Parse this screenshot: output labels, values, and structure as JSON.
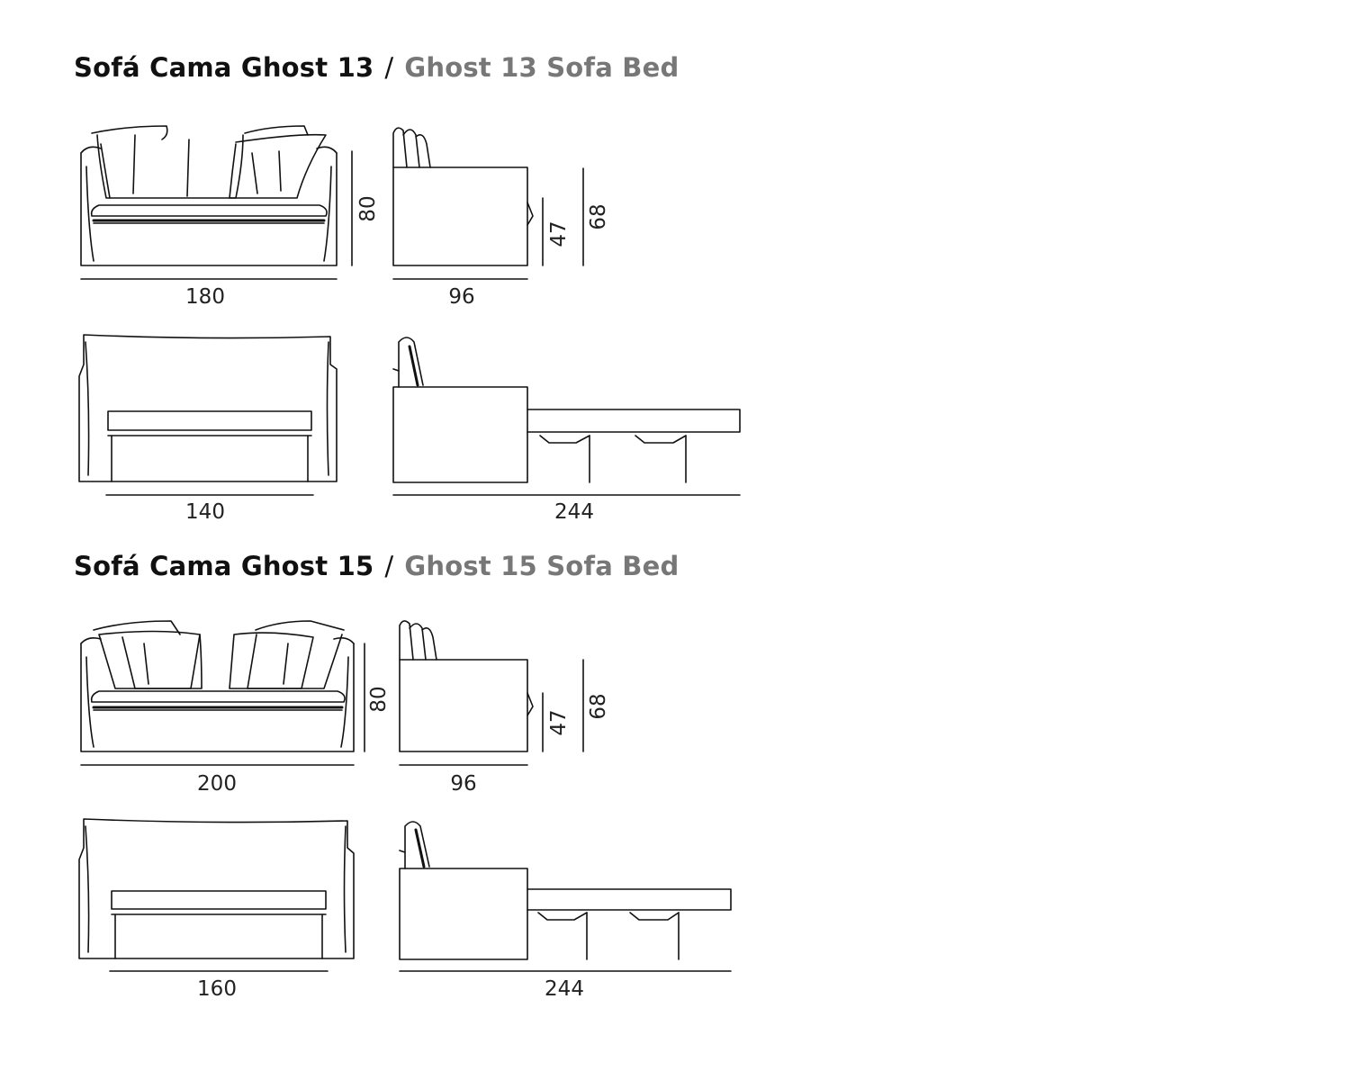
{
  "sections": [
    {
      "title_es": "Sofá Cama Ghost 13",
      "separator": "/",
      "title_en": "Ghost 13 Sofa Bed",
      "dims": {
        "front_width": "180",
        "front_height": "80",
        "side_depth": "96",
        "seat_height": "47",
        "arm_height": "68",
        "bed_width": "140",
        "bed_length": "244"
      }
    },
    {
      "title_es": "Sofá Cama Ghost 15",
      "separator": "/",
      "title_en": "Ghost 15 Sofa Bed",
      "dims": {
        "front_width": "200",
        "front_height": "80",
        "side_depth": "96",
        "seat_height": "47",
        "arm_height": "68",
        "bed_width": "160",
        "bed_length": "244"
      }
    }
  ],
  "colors": {
    "line": "#111111",
    "title_secondary": "#777777"
  }
}
